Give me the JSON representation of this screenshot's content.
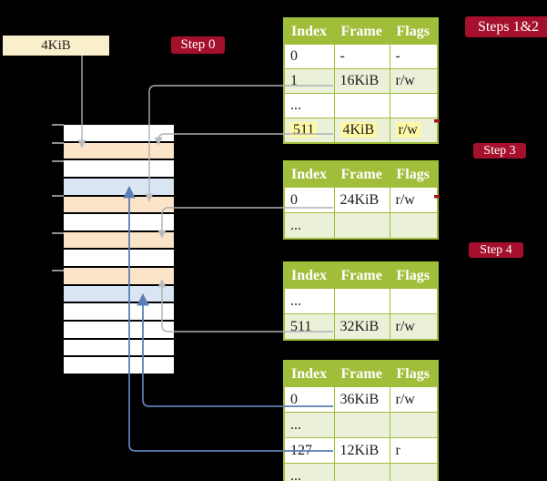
{
  "frame_box": {
    "label": "4KiB"
  },
  "badges": {
    "step0": "Step 0",
    "steps12": "Steps 1&2",
    "step3": "Step 3",
    "step4": "Step 4"
  },
  "tables": [
    {
      "id": "page-table-top",
      "headers": [
        "Index",
        "Frame",
        "Flags"
      ],
      "rows": [
        {
          "cells": [
            "0",
            "-",
            "-"
          ]
        },
        {
          "cells": [
            "1",
            "16KiB",
            "r/w"
          ]
        },
        {
          "cells": [
            "...",
            "",
            ""
          ]
        },
        {
          "cells": [
            "511",
            "4KiB",
            "r/w"
          ],
          "highlighted": true
        }
      ]
    },
    {
      "id": "page-table-step3",
      "headers": [
        "Index",
        "Frame",
        "Flags"
      ],
      "rows": [
        {
          "cells": [
            "0",
            "24KiB",
            "r/w"
          ]
        },
        {
          "cells": [
            "...",
            "",
            ""
          ]
        }
      ]
    },
    {
      "id": "page-table-step4",
      "headers": [
        "Index",
        "Frame",
        "Flags"
      ],
      "rows": [
        {
          "cells": [
            "...",
            "",
            ""
          ]
        },
        {
          "cells": [
            "511",
            "32KiB",
            "r/w"
          ]
        }
      ]
    },
    {
      "id": "page-table-bottom",
      "headers": [
        "Index",
        "Frame",
        "Flags"
      ],
      "rows": [
        {
          "cells": [
            "0",
            "36KiB",
            "r/w"
          ]
        },
        {
          "cells": [
            "...",
            "",
            ""
          ]
        },
        {
          "cells": [
            "127",
            "12KiB",
            "r"
          ]
        },
        {
          "cells": [
            "...",
            "",
            ""
          ]
        }
      ]
    }
  ],
  "memory": {
    "row_pattern": [
      "white",
      "orange",
      "white",
      "blue",
      "orange",
      "white",
      "orange",
      "white",
      "orange",
      "blue",
      "white",
      "white",
      "white",
      "white"
    ],
    "tick_ys": [
      136,
      156,
      176,
      214,
      255,
      296
    ]
  },
  "connectors": [
    {
      "from": "frame-box-4KiB",
      "to": "memory-row-1",
      "color": "gray"
    },
    {
      "from": "table1-entry-1-16KiB",
      "to": "memory-row-4",
      "color": "gray"
    },
    {
      "from": "table1-entry-511-4KiB",
      "to": "memory-row-1",
      "color": "gray"
    },
    {
      "from": "table2-entry-0-24KiB",
      "to": "memory-row-6",
      "color": "gray"
    },
    {
      "from": "table3-entry-511-32KiB",
      "to": "memory-row-8",
      "color": "gray"
    },
    {
      "from": "table4-entry-0-36KiB",
      "to": "memory-row-9",
      "color": "blue"
    },
    {
      "from": "table4-entry-127-12KiB",
      "to": "memory-row-3",
      "color": "blue"
    }
  ],
  "colors": {
    "header_green": "#A1BE3A",
    "row_green": "#EBF0D9",
    "row_orange": "#FBE4C7",
    "row_blue": "#D9E5F3",
    "badge_crimson": "#A5102C",
    "highlight_yellow": "#FFF9A6",
    "connector_gray": "#ADB0B4",
    "connector_blue": "#5C7DB5",
    "frame_box_cream": "#FAEFCB",
    "background": "#000000"
  }
}
